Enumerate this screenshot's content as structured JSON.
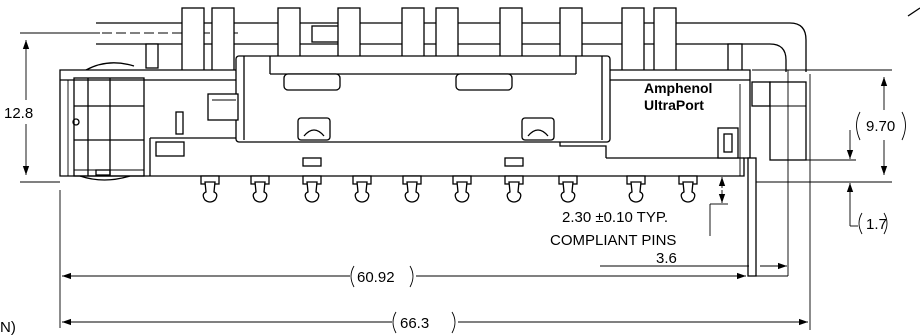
{
  "brand": {
    "name": "Amphenol",
    "product": "UltraPort"
  },
  "dimensions": {
    "height_left": "12.8",
    "height_right": "9.70",
    "width_inner": "60.92",
    "width_total": "66.3",
    "offset_right": "3.6",
    "pin_offset": "1.7",
    "pin_length": "2.30 ±0.10 TYP.",
    "pin_note": "COMPLIANT PINS"
  },
  "fragment": {
    "unit_note": "N)"
  }
}
